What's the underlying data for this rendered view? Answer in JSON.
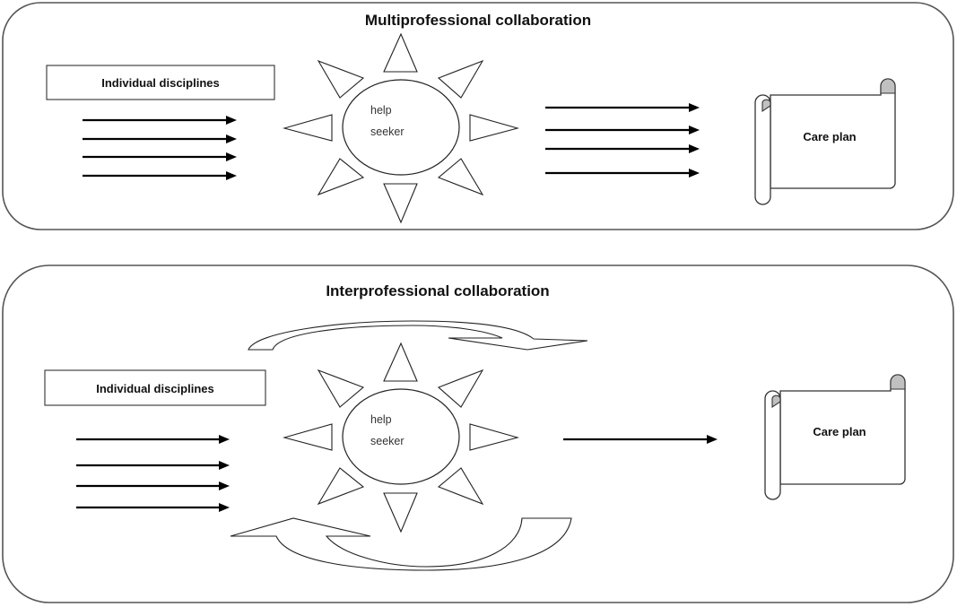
{
  "panels": [
    {
      "id": "multiprofessional",
      "title": "Multiprofessional collaboration",
      "disciplines_label": "Individual disciplines",
      "center_label_line1": "help",
      "center_label_line2": "seeker",
      "output_label": "Care plan",
      "input_arrow_count": 4,
      "output_arrow_count": 4,
      "has_feedback_loop": false
    },
    {
      "id": "interprofessional",
      "title": "Interprofessional collaboration",
      "disciplines_label": "Individual disciplines",
      "center_label_line1": "help",
      "center_label_line2": "seeker",
      "output_label": "Care plan",
      "input_arrow_count": 4,
      "output_arrow_count": 1,
      "has_feedback_loop": true
    }
  ],
  "colors": {
    "stroke": "#222222",
    "scroll_curl": "#c0c0c0",
    "background": "#ffffff"
  }
}
